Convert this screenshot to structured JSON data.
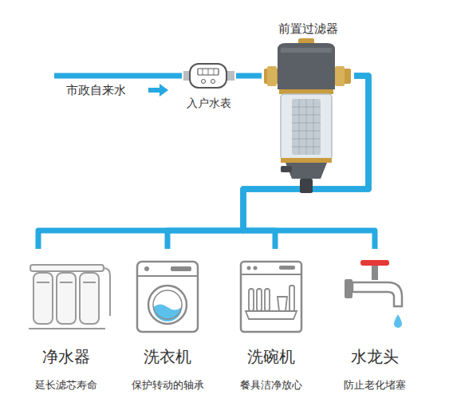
{
  "diagram": {
    "nodes": [
      {
        "text": [
          "市政自来水"
        ]
      },
      {
        "text": [
          "入户水表"
        ]
      },
      {
        "text": [
          "前置过滤器"
        ]
      },
      {
        "text": [
          "净水器",
          "延长滤芯寿命"
        ]
      },
      {
        "text": [
          "洗衣机",
          "保护转动的轴承"
        ]
      },
      {
        "text": [
          "洗碗机",
          "餐具洁净放心"
        ]
      },
      {
        "text": [
          "水龙头",
          "防止老化堵塞"
        ]
      }
    ],
    "edges": [
      {
        "from": 0,
        "to": 1,
        "arrow": "none"
      },
      {
        "from": 1,
        "to": 2,
        "arrow": "none"
      },
      {
        "from": 2,
        "to": 3,
        "arrow": "none"
      },
      {
        "from": 2,
        "to": 4,
        "arrow": "none"
      },
      {
        "from": 2,
        "to": 5,
        "arrow": "none"
      },
      {
        "from": 2,
        "to": 6,
        "arrow": "none"
      }
    ]
  }
}
